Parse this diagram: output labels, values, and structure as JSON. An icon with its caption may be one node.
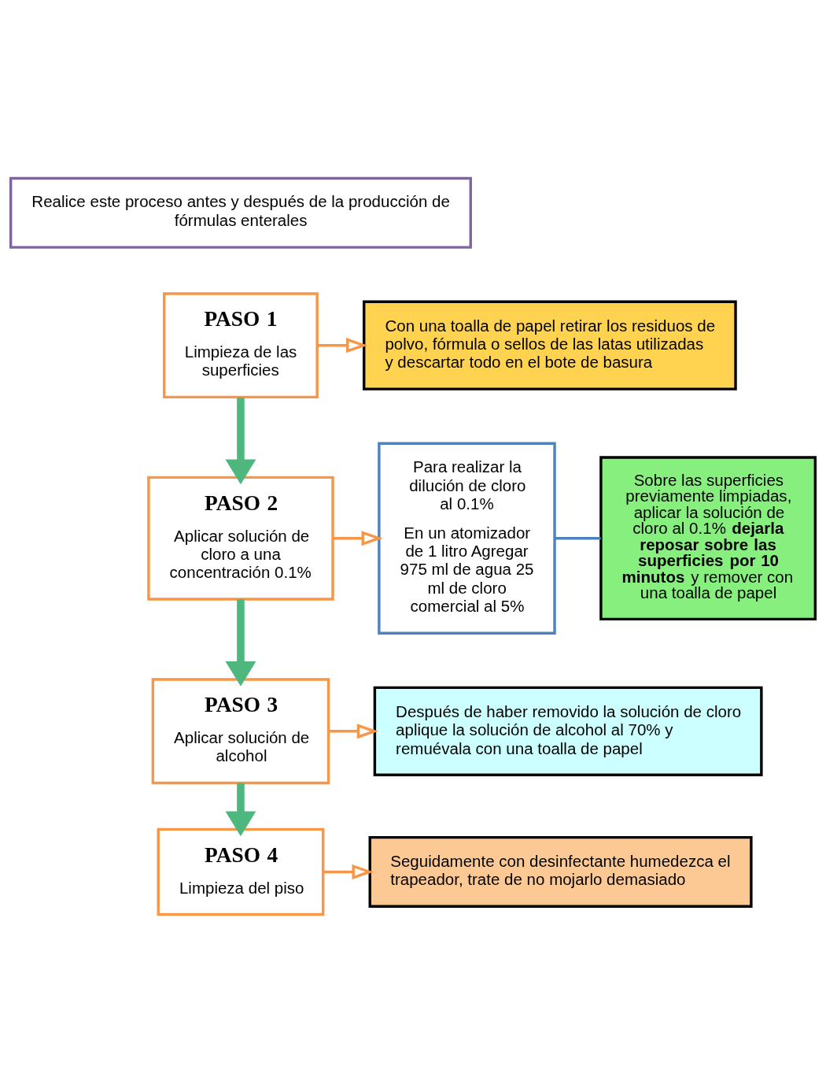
{
  "diagram": {
    "nodes": [
      {
        "text": [
          "Realice este proceso antes y después de la producción de fórmulas enterales"
        ]
      },
      {
        "text": [
          "PASO 1",
          "Limpieza de las superficies"
        ]
      },
      {
        "text": [
          "Con una toalla de papel retirar los residuos de polvo, fórmula o sellos de las latas utilizadas y descartar todo en el bote de basura"
        ]
      },
      {
        "text": [
          "PASO 2",
          "Aplicar solución de cloro a una concentración 0.1%"
        ]
      },
      {
        "text": [
          "Para realizar la dilución de cloro al 0.1%",
          "En un atomizador de 1 litro Agregar 975 ml de agua 25 ml de cloro comercial al 5%"
        ]
      },
      {
        "text": [
          "Sobre las superficies previamente limpiadas, aplicar la solución de cloro al 0.1% **dejarla reposar sobre las superficies por 10 minutos** y remover con una toalla de papel"
        ]
      },
      {
        "text": [
          "PASO 3",
          "Aplicar solución de alcohol"
        ]
      },
      {
        "text": [
          "Después de haber removido la solución de cloro aplique la solución de alcohol al 70% y remuévala con una toalla de papel"
        ]
      },
      {
        "text": [
          "PASO 4",
          "Limpieza del piso"
        ]
      },
      {
        "text": [
          "Seguidamente con desinfectante humedezca el trapeador, trate de no mojarlo demasiado"
        ]
      }
    ],
    "edges": [
      {
        "from": 1,
        "to": 2,
        "arrow": "to"
      },
      {
        "from": 1,
        "to": 3,
        "arrow": "to",
        "style": "thick",
        "color": "#4eb77e"
      },
      {
        "from": 3,
        "to": 4,
        "arrow": "to"
      },
      {
        "from": 4,
        "to": 5,
        "arrow": "none",
        "color": "#4f81bd"
      },
      {
        "from": 3,
        "to": 6,
        "arrow": "to",
        "style": "thick",
        "color": "#4eb77e"
      },
      {
        "from": 6,
        "to": 7,
        "arrow": "to"
      },
      {
        "from": 6,
        "to": 8,
        "arrow": "to",
        "style": "thick",
        "color": "#4eb77e"
      },
      {
        "from": 8,
        "to": 9,
        "arrow": "to"
      }
    ]
  }
}
